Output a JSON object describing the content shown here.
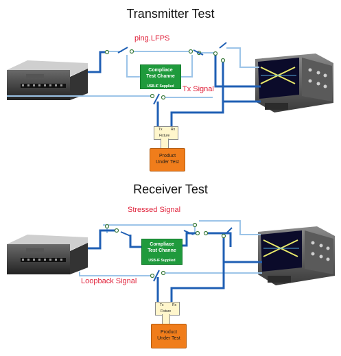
{
  "transmitter": {
    "title": "Transmitter Test",
    "signal_top": "ping.LFPS",
    "signal_side": "Tx Signal",
    "channel_title": "Compliace\nTest Channe",
    "channel_sub": "USB-IF Supplied",
    "fixture_tx": "Tx",
    "fixture_rx": "Rx",
    "fixture_label": "Fixture",
    "product": "Product\nUnder Test"
  },
  "receiver": {
    "title": "Receiver Test",
    "signal_top": "Stressed Signal",
    "signal_side": "Loopback Signal",
    "channel_title": "Compliace\nTest Channe",
    "channel_sub": "USB-IF Supplied",
    "fixture_tx": "Tx",
    "fixture_rx": "Rx",
    "fixture_label": "Fixture",
    "product": "Product\nUnder Test"
  },
  "colors": {
    "cable_dark": "#1f5fb4",
    "cable_light": "#9cc4e8",
    "channel_green": "#1f9a3c",
    "put_orange": "#f07d1b",
    "label_red": "#e0213a"
  }
}
